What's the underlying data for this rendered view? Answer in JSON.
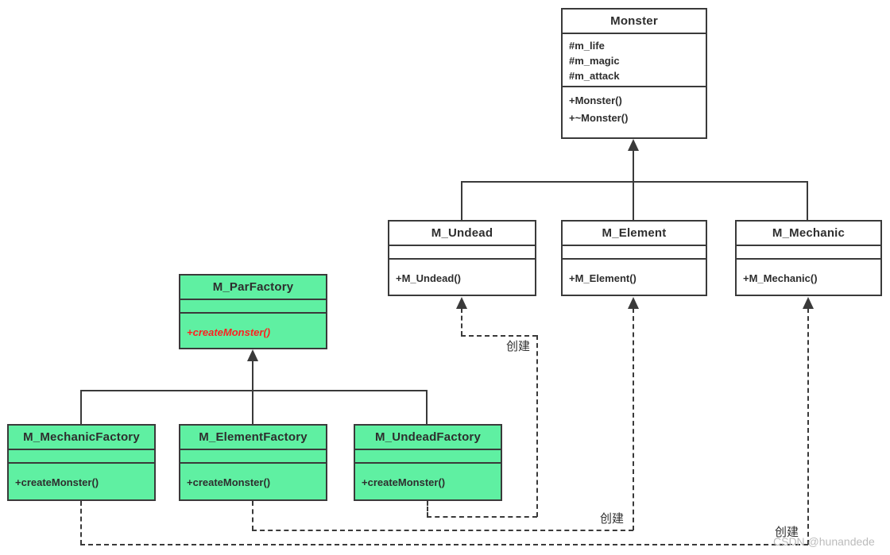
{
  "diagram": {
    "classes": {
      "monster": {
        "name": "Monster",
        "attributes": [
          "#m_life",
          "#m_magic",
          "#m_attack"
        ],
        "methods": [
          "+Monster()",
          "+~Monster()"
        ]
      },
      "m_undead": {
        "name": "M_Undead",
        "methods": [
          "+M_Undead()"
        ]
      },
      "m_element": {
        "name": "M_Element",
        "methods": [
          "+M_Element()"
        ]
      },
      "m_mechanic": {
        "name": "M_Mechanic",
        "methods": [
          "+M_Mechanic()"
        ]
      },
      "m_parfactory": {
        "name": "M_ParFactory",
        "methods": [
          "+createMonster()"
        ]
      },
      "m_mechanicfactory": {
        "name": "M_MechanicFactory",
        "methods": [
          "+createMonster()"
        ]
      },
      "m_elementfactory": {
        "name": "M_ElementFactory",
        "methods": [
          "+createMonster()"
        ]
      },
      "m_undeadfactory": {
        "name": "M_UndeadFactory",
        "methods": [
          "+createMonster()"
        ]
      }
    },
    "dependency_labels": [
      "创建",
      "创建",
      "创建"
    ],
    "watermark": "CSDN @hunandede",
    "colors": {
      "factory_fill": "#5ff0a2",
      "monster_fill": "#ffffff",
      "line": "#3a3a3a",
      "abstract_method": "#ff2020",
      "watermark": "#bcbcbc"
    }
  }
}
